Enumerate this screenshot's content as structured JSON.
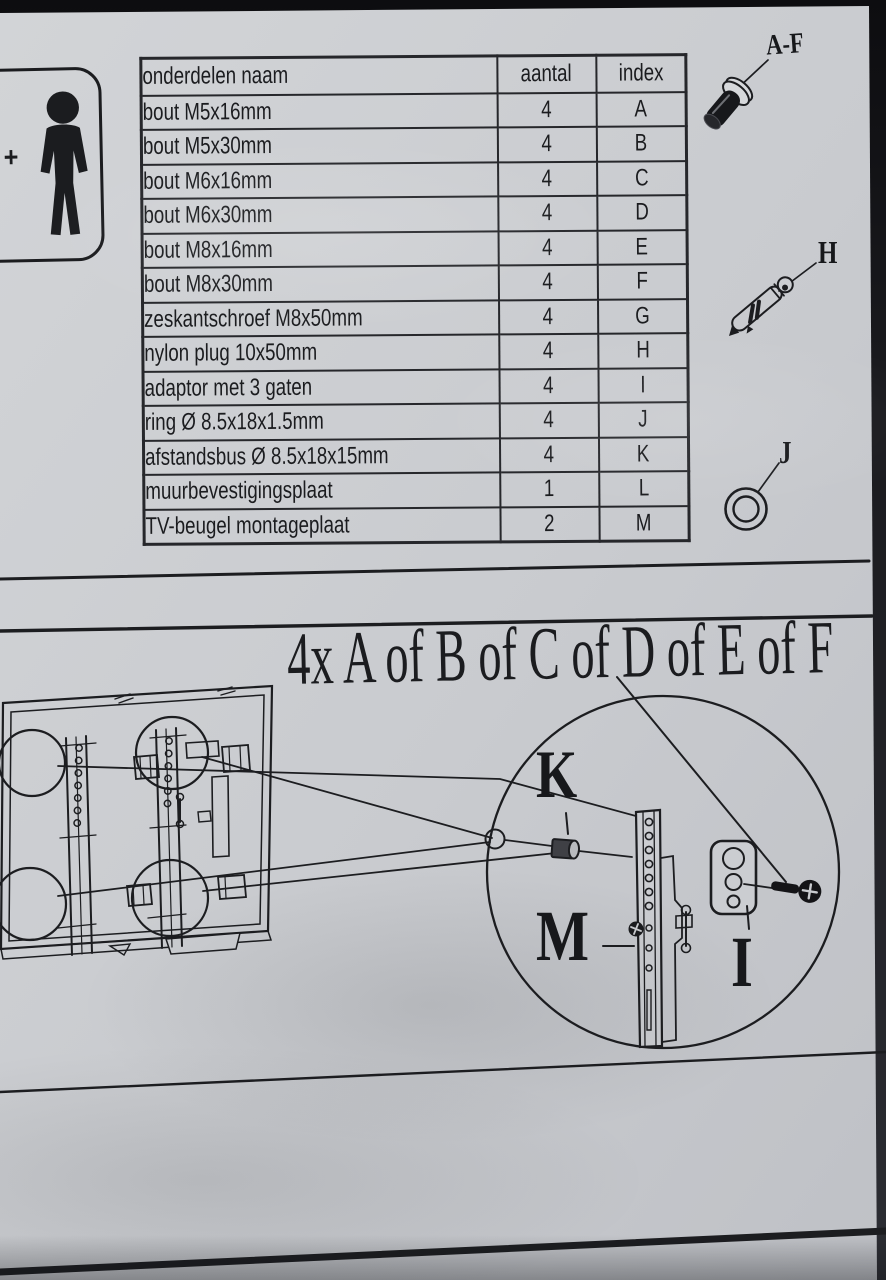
{
  "colors": {
    "paper": "#cbcdd1",
    "ink": "#1c1d20",
    "photo_background": "#141417"
  },
  "crew_badge": {
    "plus_sign": "+"
  },
  "parts_table": {
    "headers": {
      "name": "onderdelen naam",
      "qty": "aantal",
      "index": "index"
    },
    "rows": [
      {
        "name": "bout M5x16mm",
        "qty": "4",
        "index": "A"
      },
      {
        "name": "bout M5x30mm",
        "qty": "4",
        "index": "B"
      },
      {
        "name": "bout M6x16mm",
        "qty": "4",
        "index": "C"
      },
      {
        "name": "bout M6x30mm",
        "qty": "4",
        "index": "D"
      },
      {
        "name": "bout M8x16mm",
        "qty": "4",
        "index": "E"
      },
      {
        "name": "bout M8x30mm",
        "qty": "4",
        "index": "F"
      },
      {
        "name": "zeskantschroef M8x50mm",
        "qty": "4",
        "index": "G"
      },
      {
        "name": "nylon plug 10x50mm",
        "qty": "4",
        "index": "H"
      },
      {
        "name": "adaptor met 3 gaten",
        "qty": "4",
        "index": "I"
      },
      {
        "name": "ring Ø 8.5x18x1.5mm",
        "qty": "4",
        "index": "J"
      },
      {
        "name": "afstandsbus Ø 8.5x18x15mm",
        "qty": "4",
        "index": "K"
      },
      {
        "name": "muurbevestigingsplaat",
        "qty": "1",
        "index": "L"
      },
      {
        "name": "TV-beugel montageplaat",
        "qty": "2",
        "index": "M"
      }
    ]
  },
  "step_heading": {
    "text": "4x A of B of C of D of E of F"
  },
  "callouts": {
    "bolt_label": "A-F",
    "plug_label": "H",
    "ring_label": "J",
    "spacer_label": "K",
    "bracket_label": "M",
    "adaptor_label": "I"
  }
}
